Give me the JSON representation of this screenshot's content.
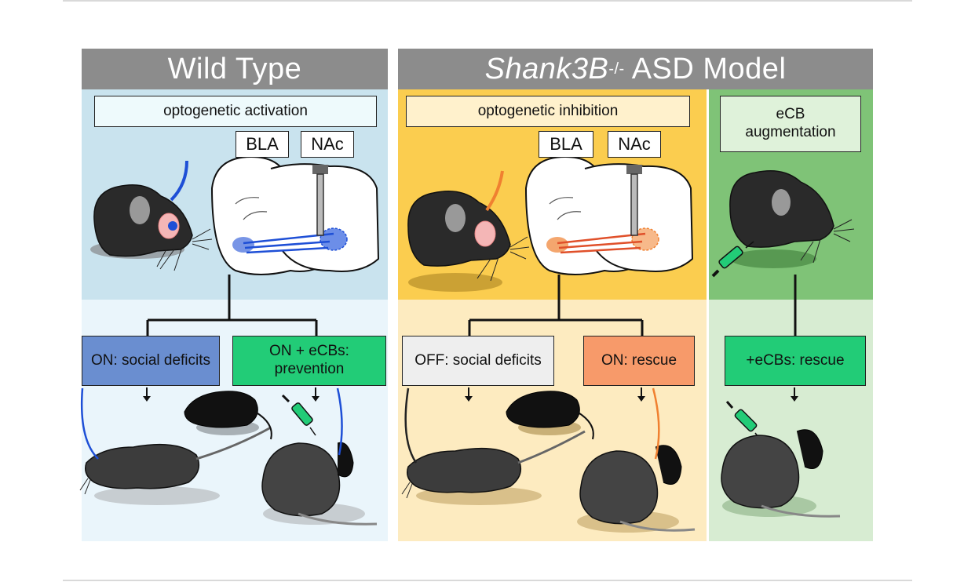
{
  "rules": true,
  "wild_type": {
    "header": "Wild Type",
    "method": "optogenetic activation",
    "regions": [
      "BLA",
      "NAc"
    ],
    "outcomes": [
      "ON: social deficits",
      "ON + eCBs: prevention"
    ]
  },
  "asd_model": {
    "header_italic": "Shank3B",
    "header_sup": "-/-",
    "header_rest": " ASD Model",
    "inhibition": {
      "method": "optogenetic inhibition",
      "regions": [
        "BLA",
        "NAc"
      ],
      "outcomes": [
        "OFF: social deficits",
        "ON: rescue"
      ]
    },
    "augmentation": {
      "method_line1": "eCB",
      "method_line2": "augmentation",
      "outcome": "+eCBs: rescue"
    }
  },
  "colors": {
    "wt_top": "#c9e3ee",
    "wt_bottom": "#eaf5fb",
    "asd_top": "#fbcd4f",
    "asd_bottom": "#fdebc0",
    "aug_top": "#7fc377",
    "aug_bottom": "#d7ecd2",
    "activation_blue": "#1e4fd6",
    "inhibition_orange": "#f08030",
    "deficit_box_blue": "#6a8ed0",
    "prevention_green": "#22cc77",
    "rescue_orange": "#f79a6a",
    "off_box_gray": "#eeeeee"
  }
}
